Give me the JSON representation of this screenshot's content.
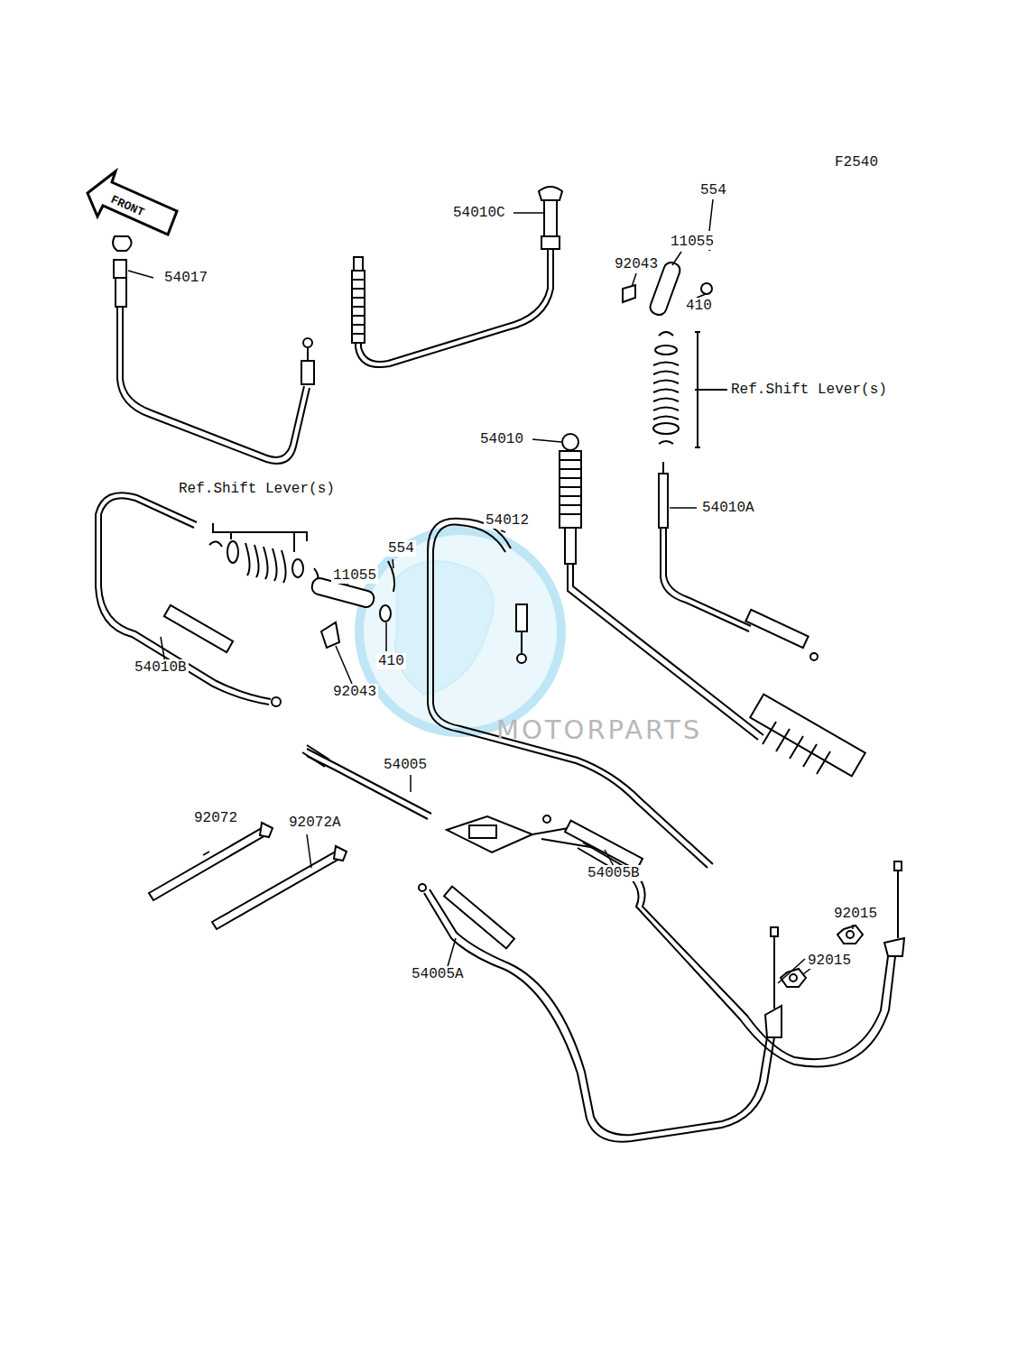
{
  "diagram": {
    "labels": [
      "F2540",
      "FRONT",
      "554",
      "54010C",
      "11055",
      "92043",
      "410",
      "54017",
      "Ref.Shift Lever(s)",
      "54010",
      "54010A",
      "Ref.Shift Lever(s)",
      "54012",
      "554",
      "11055",
      "54010B",
      "410",
      "92043",
      "54005",
      "92072",
      "92072A",
      "54005B",
      "92015",
      "92015",
      "54005A",
      "MOTORPARTS"
    ]
  }
}
